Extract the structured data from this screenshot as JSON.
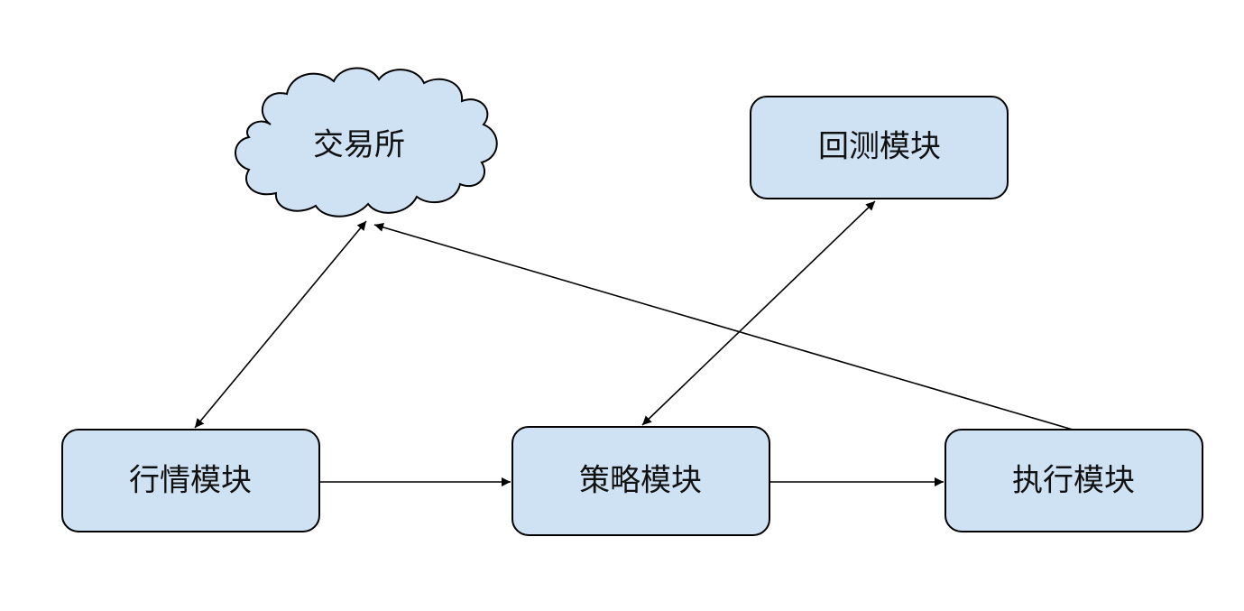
{
  "diagram": {
    "nodes": {
      "exchange": {
        "label": "交易所"
      },
      "backtest": {
        "label": "回测模块"
      },
      "market": {
        "label": "行情模块"
      },
      "strategy": {
        "label": "策略模块"
      },
      "execution": {
        "label": "执行模块"
      }
    },
    "edges": [
      {
        "from": "exchange",
        "to": "market",
        "direction": "both"
      },
      {
        "from": "market",
        "to": "strategy",
        "direction": "forward"
      },
      {
        "from": "strategy",
        "to": "execution",
        "direction": "forward"
      },
      {
        "from": "backtest",
        "to": "strategy",
        "direction": "both"
      },
      {
        "from": "execution",
        "to": "exchange",
        "direction": "forward"
      }
    ],
    "colors": {
      "node_fill": "#cfe2f3",
      "stroke": "#000000"
    }
  }
}
